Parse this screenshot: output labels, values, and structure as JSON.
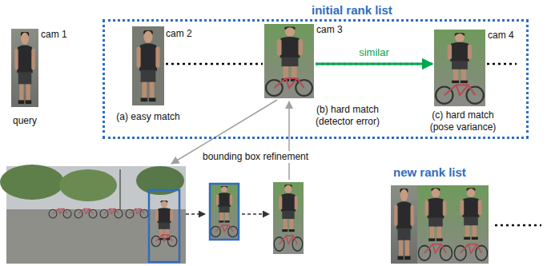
{
  "diagram": {
    "nodes": [
      {
        "text": [
          "initial rank list"
        ]
      },
      {
        "text": [
          "cam 1",
          "query"
        ]
      },
      {
        "text": [
          "cam 2",
          "(a) easy match"
        ],
        "in": 0
      },
      {
        "text": [
          "cam 3",
          "(b) hard match (detector error)"
        ],
        "in": 0
      },
      {
        "text": [
          "cam 4",
          "(c) hard match (pose variance)"
        ],
        "in": 0
      }
    ],
    "edges": [
      {
        "from": 3,
        "to": 4,
        "arrow": "to",
        "label": "similar"
      }
    ],
    "labels": [
      "bounding box refinement",
      "new rank list"
    ]
  }
}
